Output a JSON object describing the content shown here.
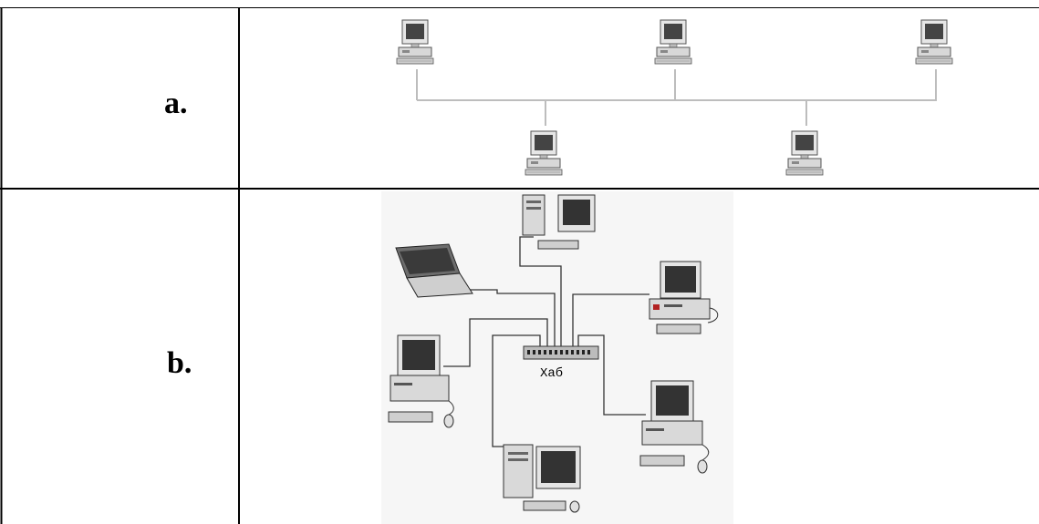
{
  "caption": "",
  "rows": [
    {
      "label": "a.",
      "topology": "bus",
      "computers": 5
    },
    {
      "label": "b.",
      "topology": "star",
      "hub_label": "Хаб",
      "devices": 7
    }
  ]
}
